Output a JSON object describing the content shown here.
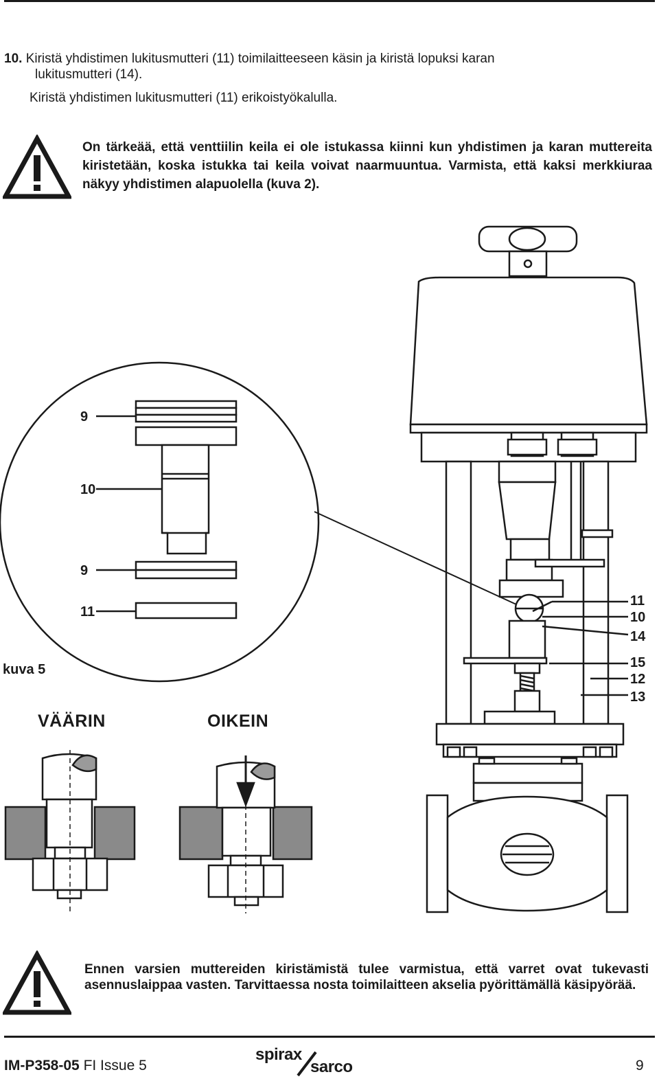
{
  "step10": {
    "number": "10.",
    "line1": "Kiristä yhdistimen lukitusmutteri (11) toimilaitteeseen käsin ja kiristä lopuksi karan",
    "line2": "lukitusmutteri (14).",
    "line3": "Kiristä yhdistimen lukitusmutteri (11) erikoistyökalulla."
  },
  "warning1": {
    "icon": "warning-triangle-icon",
    "text": "On tärkeää, että venttiilin keila ei ole istukassa kiinni kun yhdistimen ja karan muttereita kiristetään, koska istukka tai keila voivat naarmuuntua. Varmista, että kaksi merkkiuraa näkyy yhdistimen alapuolella (kuva 2)."
  },
  "figure": {
    "caption": "kuva 5",
    "detail_callouts": [
      "9",
      "10",
      "9",
      "11"
    ],
    "side_callouts": [
      "11",
      "10",
      "14",
      "15",
      "12",
      "13"
    ],
    "wrong_label": "VÄÄRIN",
    "right_label": "OIKEIN"
  },
  "warning2": {
    "icon": "warning-triangle-icon",
    "text": "Ennen varsien muttereiden kiristämistä tulee varmistua, että varret ovat tukevasti asennuslaippaa vasten. Tarvittaessa nosta toimilaitteen akselia pyörittämällä käsipyörää."
  },
  "footer": {
    "doc_code": "IM-P358-05",
    "issue": "FI Issue 5",
    "page": "9",
    "logo_top": "spirax",
    "logo_bottom": "sarco"
  }
}
